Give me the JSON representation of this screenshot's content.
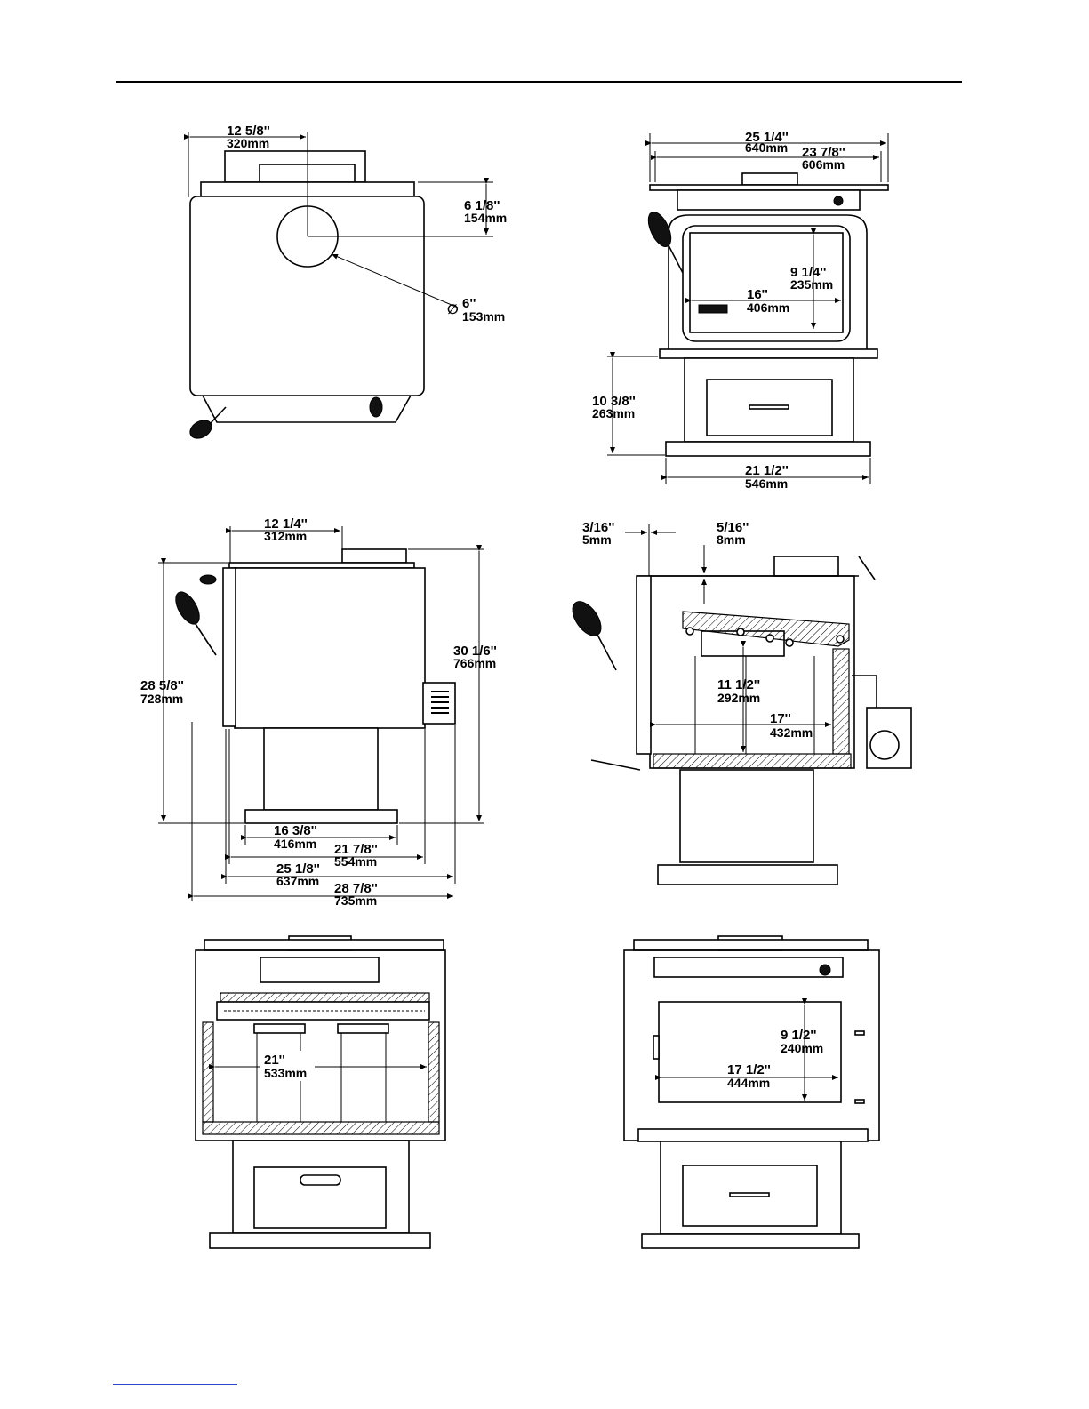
{
  "views": {
    "top": {
      "width": {
        "in": "12  5/8''",
        "mm": "320mm"
      },
      "flue_offset": {
        "in": "6  1/8''",
        "mm": "154mm"
      },
      "flue_diameter": {
        "symbol": "∅",
        "in": "6''",
        "mm": "153mm"
      }
    },
    "front": {
      "overall_width": {
        "in": "25  1/4''",
        "mm": "640mm"
      },
      "top_width": {
        "in": "23  7/8''",
        "mm": "606mm"
      },
      "glass_height": {
        "in": "9  1/4''",
        "mm": "235mm"
      },
      "glass_width": {
        "in": "16''",
        "mm": "406mm"
      },
      "floor_to_door": {
        "in": "10  3/8''",
        "mm": "263mm"
      },
      "base_width": {
        "in": "21  1/2''",
        "mm": "546mm"
      }
    },
    "side": {
      "flue_setback": {
        "in": "12  1/4''",
        "mm": "312mm"
      },
      "overall_height": {
        "in": "30  1/6''",
        "mm": "766mm"
      },
      "height_to_top": {
        "in": "28  5/8''",
        "mm": "728mm"
      },
      "pedestal_depth": {
        "in": "16  3/8''",
        "mm": "416mm"
      },
      "body_depth": {
        "in": "21  7/8''",
        "mm": "554mm"
      },
      "depth_with_door": {
        "in": "25  1/8''",
        "mm": "637mm"
      },
      "overall_depth": {
        "in": "28  7/8''",
        "mm": "735mm"
      }
    },
    "section": {
      "clearance_a": {
        "in": "3/16''",
        "mm": "5mm"
      },
      "clearance_b": {
        "in": "5/16''",
        "mm": "8mm"
      },
      "firebox_height": {
        "in": "11  1/2''",
        "mm": "292mm"
      },
      "firebox_depth": {
        "in": "17''",
        "mm": "432mm"
      }
    },
    "rear_section": {
      "firebox_width": {
        "in": "21''",
        "mm": "533mm"
      }
    },
    "front_open": {
      "opening_height": {
        "in": "9  1/2''",
        "mm": "240mm"
      },
      "opening_width": {
        "in": "17  1/2''",
        "mm": "444mm"
      }
    }
  }
}
